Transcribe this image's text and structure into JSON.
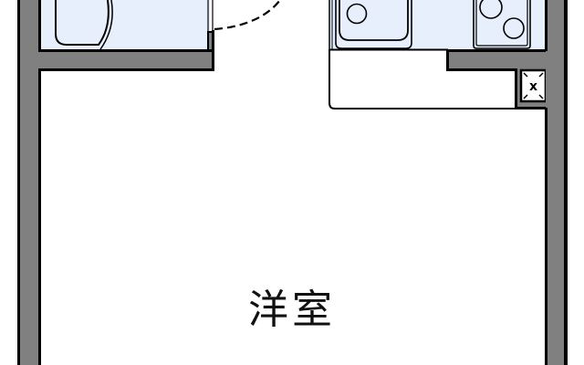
{
  "floor_plan": {
    "rooms": [
      {
        "id": "western-room",
        "label": "洋室"
      },
      {
        "id": "bathroom",
        "label": ""
      },
      {
        "id": "kitchen",
        "label": ""
      }
    ],
    "fixtures": [
      {
        "id": "bathtub",
        "room": "bathroom"
      },
      {
        "id": "sink",
        "room": "kitchen"
      },
      {
        "id": "stove",
        "room": "kitchen",
        "burners": 2
      },
      {
        "id": "pipe-shaft",
        "symbol": "x"
      },
      {
        "id": "door",
        "style": "dashed-swing"
      }
    ],
    "colors": {
      "wall_fill": "#808080",
      "wall_edge": "#000000",
      "wet_area_fill": "#e8effc",
      "background": "#ffffff"
    },
    "shaft_symbol": "x"
  }
}
